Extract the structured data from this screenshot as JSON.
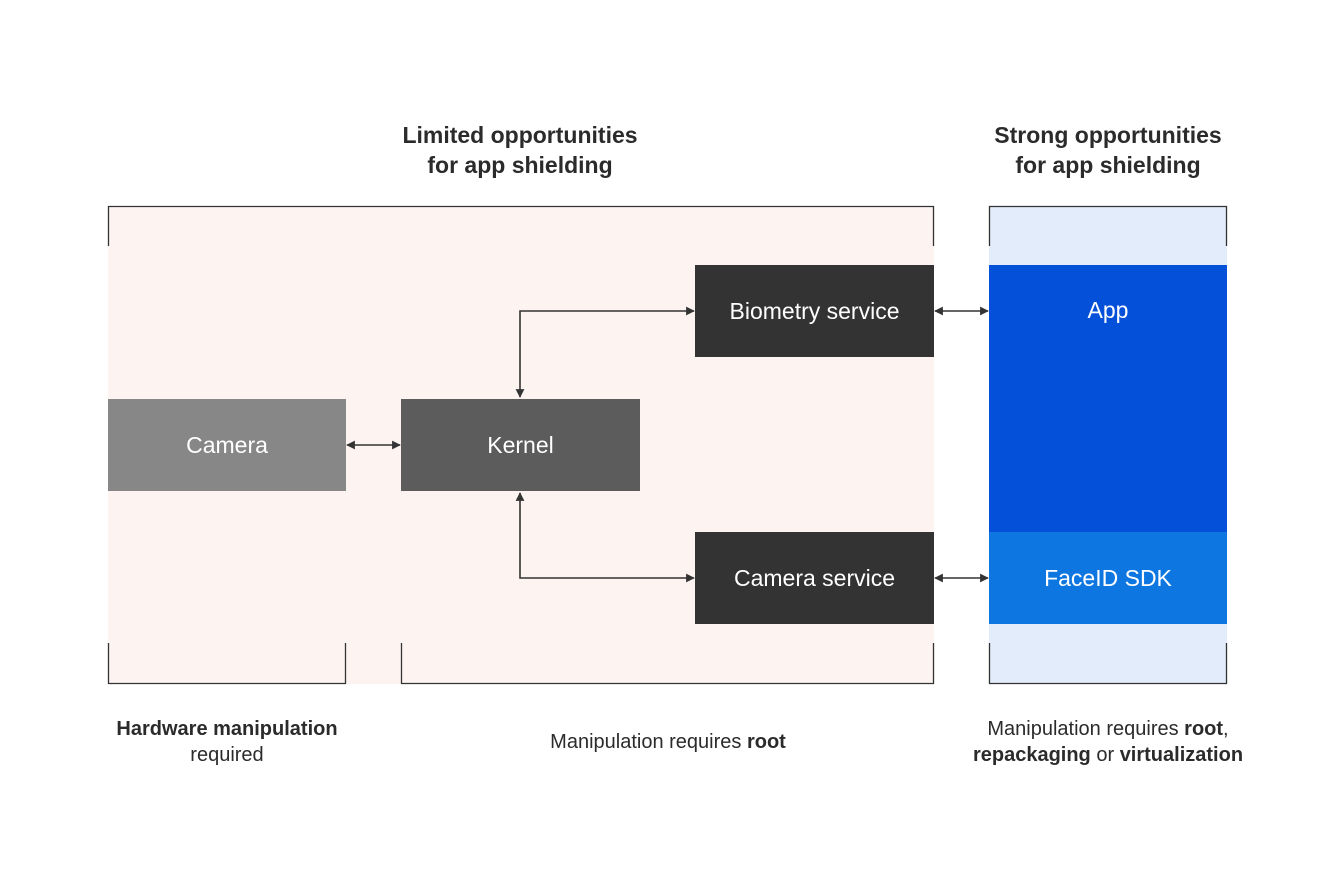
{
  "headings": {
    "limited": [
      "Limited opportunities",
      "for app shielding"
    ],
    "strong": [
      "Strong opportunities",
      "for app shielding"
    ]
  },
  "nodes": {
    "camera": "Camera",
    "kernel": "Kernel",
    "biometry_service": "Biometry service",
    "camera_service": "Camera service",
    "app": "App",
    "faceid_sdk": "FaceID SDK"
  },
  "captions": {
    "hardware": {
      "line1": "Hardware manipulation",
      "line2": "required"
    },
    "root": {
      "text": "Manipulation requires ",
      "bold": "root"
    },
    "repack": {
      "line1_text": "Manipulation requires ",
      "line1_bold": "root",
      "line1_tail": ",",
      "line2_bold1": "repackaging",
      "line2_text": " or ",
      "line2_bold2": "virtualization"
    }
  },
  "colors": {
    "limited_zone": "#fdf4f2",
    "strong_zone": "#e3ecfb",
    "camera": "#878787",
    "kernel": "#5c5c5c",
    "service": "#333333",
    "app": "#0450d8",
    "faceid_sdk": "#0e76e0",
    "connector": "#333333"
  }
}
